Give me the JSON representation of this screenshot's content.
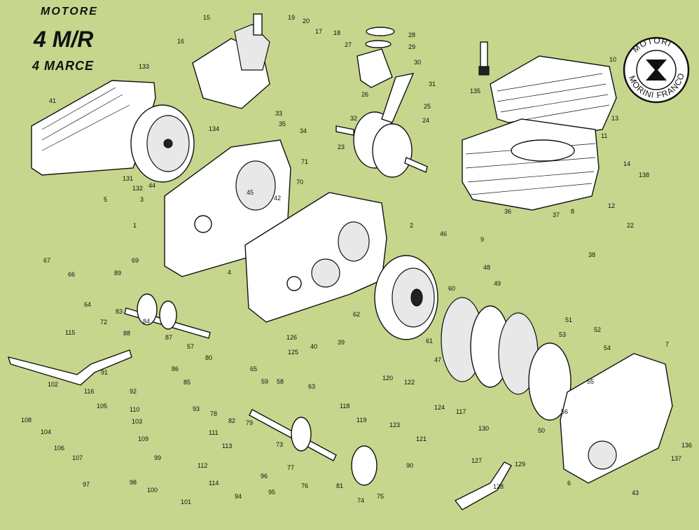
{
  "title": {
    "line1": "MOTORE",
    "line2": "4 M/R",
    "line3": "4 MARCE"
  },
  "logo": {
    "top": "MOTORI",
    "bottom": "MORINI FRANCO"
  },
  "part_numbers": [
    "1",
    "2",
    "3",
    "4",
    "5",
    "6",
    "7",
    "8",
    "9",
    "10",
    "11",
    "12",
    "13",
    "14",
    "15",
    "16",
    "17",
    "18",
    "19",
    "20",
    "22",
    "23",
    "24",
    "25",
    "26",
    "27",
    "28",
    "29",
    "30",
    "31",
    "32",
    "33",
    "34",
    "35",
    "36",
    "37",
    "38",
    "39",
    "40",
    "41",
    "42",
    "43",
    "44",
    "45",
    "46",
    "47",
    "48",
    "49",
    "50",
    "51",
    "52",
    "53",
    "54",
    "55",
    "56",
    "57",
    "58",
    "59",
    "60",
    "61",
    "62",
    "63",
    "64",
    "65",
    "66",
    "67",
    "69",
    "70",
    "71",
    "72",
    "73",
    "74",
    "75",
    "76",
    "77",
    "78",
    "79",
    "80",
    "81",
    "82",
    "83",
    "84",
    "85",
    "86",
    "87",
    "88",
    "89",
    "90",
    "91",
    "92",
    "93",
    "94",
    "95",
    "96",
    "97",
    "98",
    "99",
    "100",
    "101",
    "102",
    "103",
    "104",
    "105",
    "106",
    "107",
    "108",
    "109",
    "110",
    "111",
    "112",
    "113",
    "114",
    "115",
    "116",
    "117",
    "118",
    "119",
    "120",
    "121",
    "122",
    "123",
    "124",
    "125",
    "126",
    "127",
    "128",
    "129",
    "130",
    "131",
    "132",
    "133",
    "134",
    "135",
    "136",
    "137",
    "138"
  ]
}
